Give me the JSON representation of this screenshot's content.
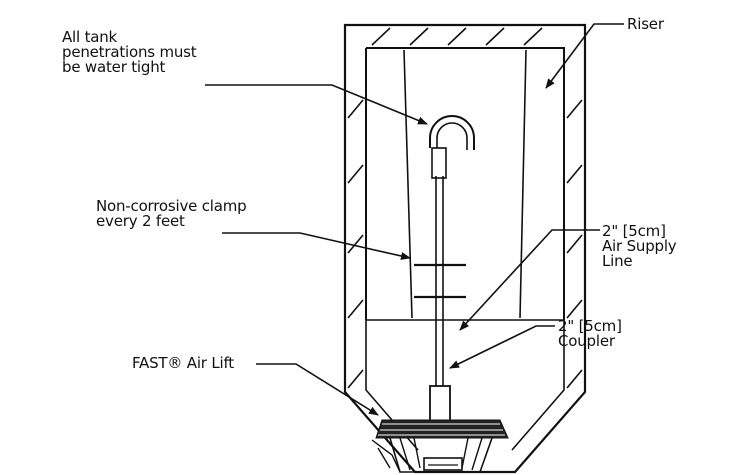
{
  "labels": {
    "riser": "Riser",
    "penetrations": {
      "line1": "All tank",
      "line2": "penetrations must",
      "line3": "be water tight"
    },
    "clamp": {
      "line1": "Non-corrosive clamp",
      "line2": "every 2 feet"
    },
    "air_supply": {
      "line1": "2\" [5cm]",
      "line2": "Air Supply",
      "line3": "Line"
    },
    "coupler": {
      "line1": "2\" [5cm]",
      "line2": "Coupler"
    },
    "air_lift": "FAST® Air Lift"
  },
  "colors": {
    "ink": "#111111",
    "background": "#ffffff"
  }
}
